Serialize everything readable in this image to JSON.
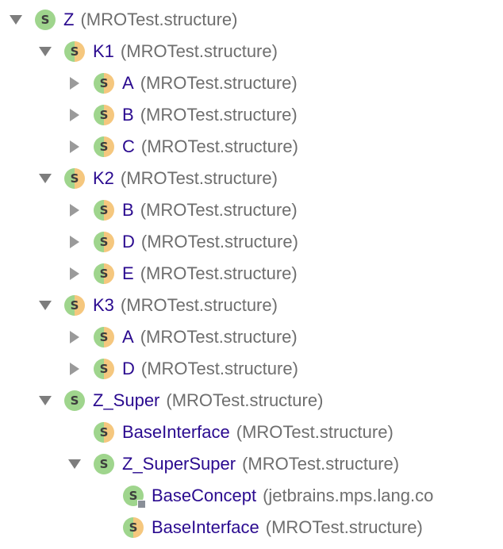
{
  "tree": [
    {
      "name": "Z",
      "package": "(MROTest.structure)",
      "toggle": "expanded",
      "icon": "green",
      "level": 0
    },
    {
      "name": "K1",
      "package": "(MROTest.structure)",
      "toggle": "expanded",
      "icon": "split",
      "level": 1
    },
    {
      "name": "A",
      "package": "(MROTest.structure)",
      "toggle": "collapsed",
      "icon": "split",
      "level": 2
    },
    {
      "name": "B",
      "package": "(MROTest.structure)",
      "toggle": "collapsed",
      "icon": "split",
      "level": 2
    },
    {
      "name": "C",
      "package": "(MROTest.structure)",
      "toggle": "collapsed",
      "icon": "split",
      "level": 2
    },
    {
      "name": "K2",
      "package": "(MROTest.structure)",
      "toggle": "expanded",
      "icon": "split",
      "level": 1
    },
    {
      "name": "B",
      "package": "(MROTest.structure)",
      "toggle": "collapsed",
      "icon": "split",
      "level": 2
    },
    {
      "name": "D",
      "package": "(MROTest.structure)",
      "toggle": "collapsed",
      "icon": "split",
      "level": 2
    },
    {
      "name": "E",
      "package": "(MROTest.structure)",
      "toggle": "collapsed",
      "icon": "split",
      "level": 2
    },
    {
      "name": "K3",
      "package": "(MROTest.structure)",
      "toggle": "expanded",
      "icon": "split",
      "level": 1
    },
    {
      "name": "A",
      "package": "(MROTest.structure)",
      "toggle": "collapsed",
      "icon": "split",
      "level": 2
    },
    {
      "name": "D",
      "package": "(MROTest.structure)",
      "toggle": "collapsed",
      "icon": "split",
      "level": 2
    },
    {
      "name": "Z_Super",
      "package": "(MROTest.structure)",
      "toggle": "expanded",
      "icon": "green",
      "level": 1
    },
    {
      "name": "BaseInterface",
      "package": "(MROTest.structure)",
      "toggle": "none",
      "icon": "split",
      "level": 2
    },
    {
      "name": "Z_SuperSuper",
      "package": "(MROTest.structure)",
      "toggle": "expanded",
      "icon": "green",
      "level": 2
    },
    {
      "name": "BaseConcept",
      "package": "(jetbrains.mps.lang.co",
      "toggle": "none",
      "icon": "green-badge",
      "level": 3
    },
    {
      "name": "BaseInterface",
      "package": "(MROTest.structure)",
      "toggle": "none",
      "icon": "split",
      "level": 3
    }
  ],
  "icon_letter": "S",
  "colors": {
    "name_text": "#2a0a8f",
    "package_text": "#6e6e6e",
    "concept_icon": "#9fd58d",
    "interface_icon_half": "#f5c77e",
    "expanded_arrow": "#7d7d7d",
    "collapsed_arrow": "#9a9a9a"
  }
}
